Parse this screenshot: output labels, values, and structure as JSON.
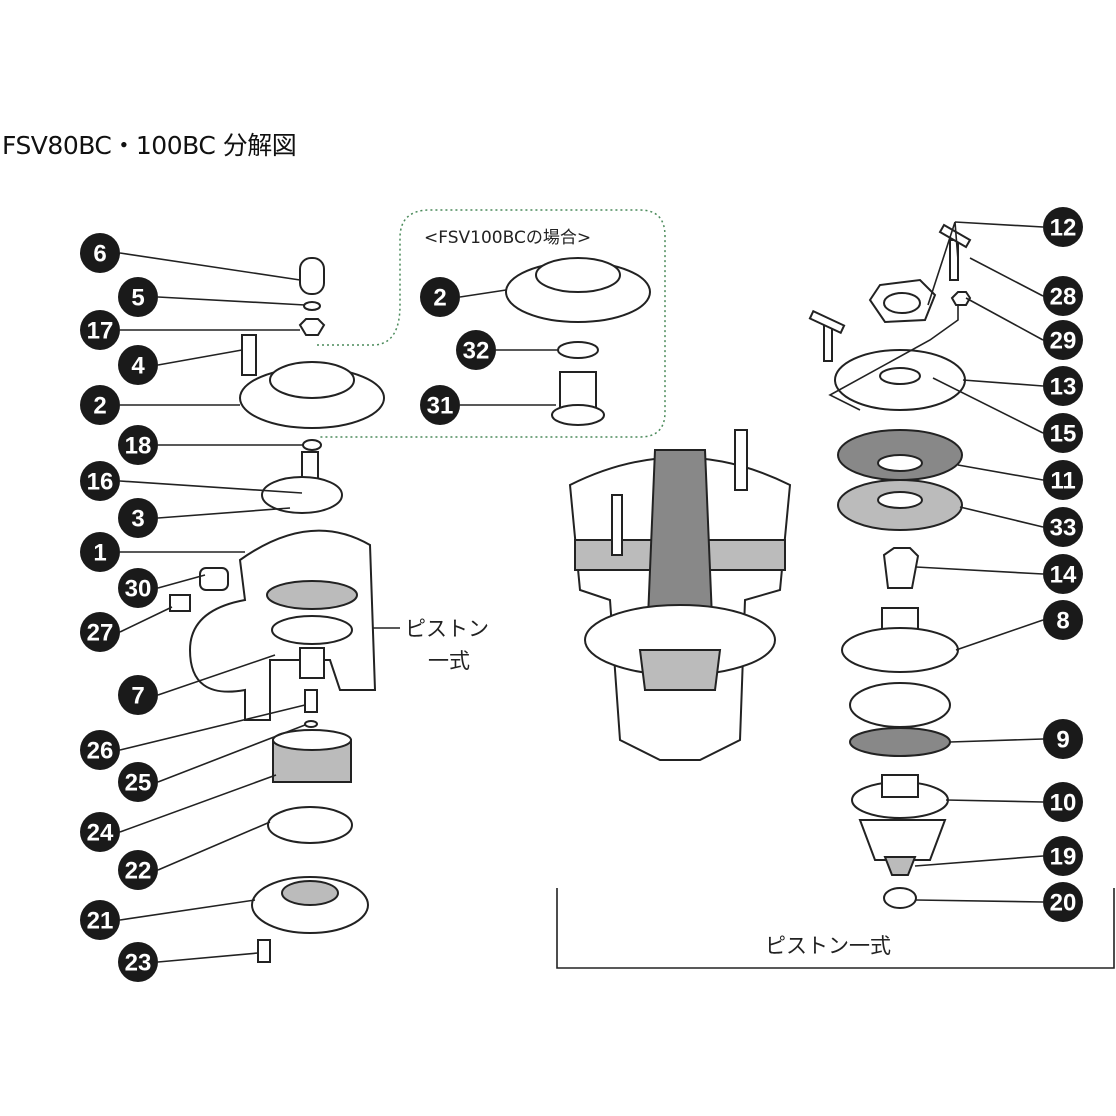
{
  "title": "FSV80BC・100BC 分解図",
  "inset_caption": "<FSV100BCの場合>",
  "piston_label_line1": "ピストン",
  "piston_label_line2": "一式",
  "bracket_label": "ピストン一式",
  "callouts": {
    "left": [
      "6",
      "5",
      "17",
      "4",
      "2",
      "18",
      "16",
      "3",
      "1",
      "30",
      "27",
      "7",
      "26",
      "25",
      "24",
      "22",
      "21",
      "23"
    ],
    "inset": [
      "2",
      "32",
      "31"
    ],
    "right": [
      "12",
      "28",
      "29",
      "13",
      "15",
      "11",
      "33",
      "14",
      "8",
      "9",
      "10",
      "19",
      "20"
    ]
  }
}
